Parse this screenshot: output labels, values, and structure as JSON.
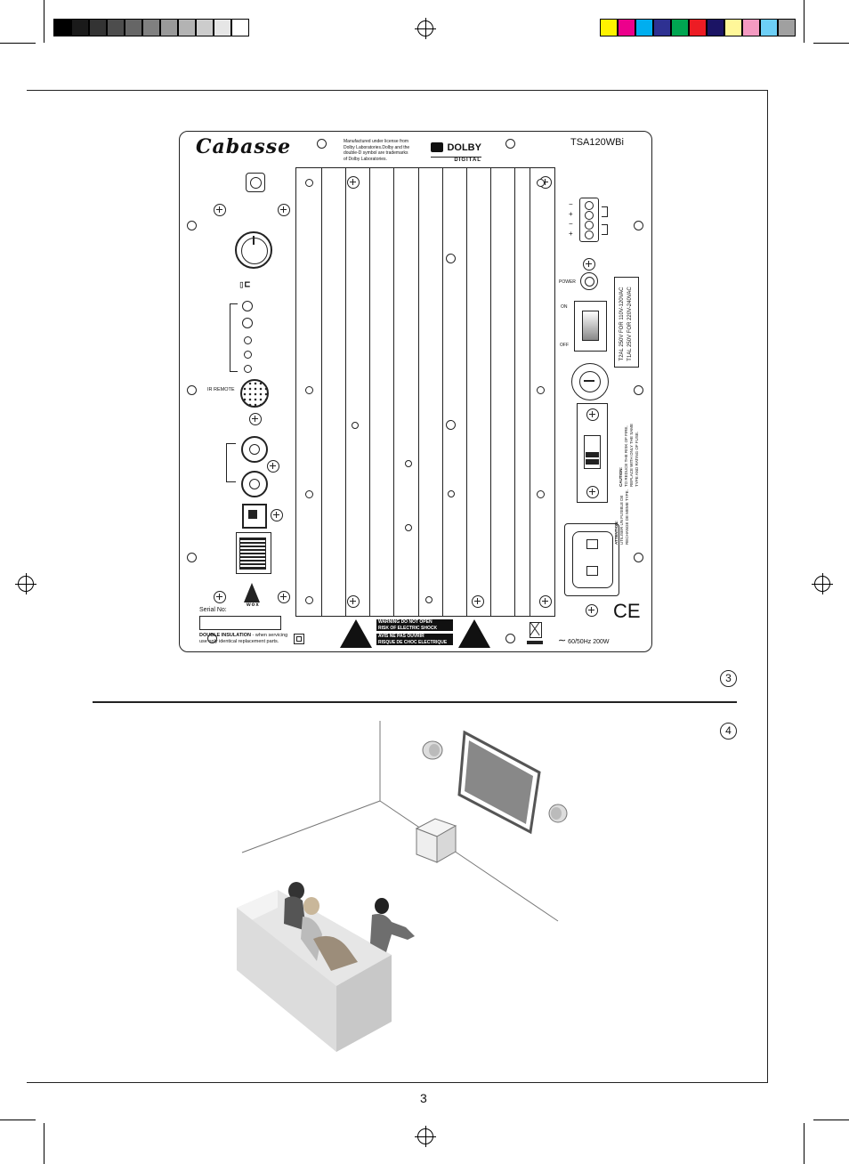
{
  "panel": {
    "brand": "Cabasse",
    "license_text": [
      "Manufactured under license from",
      "Dolby Laboratories.Dolby and the",
      "double-D symbol are trademarks",
      "of Dolby Laboratories."
    ],
    "dolby_logo": "DOLBY",
    "dolby_sub": "DIGITAL",
    "model": "TSA120WBi",
    "ir_remote_label": "IR REMOTE",
    "power_label": "POWER",
    "on_label": "ON",
    "off_label": "OFF",
    "fuse_label_line1": "T2AL 250V FOR 110V-120VAC",
    "fuse_label_line2": "T1AL 250V FOR 220V-240VAC",
    "caution_text": [
      "CAUTION:",
      "TO REDUCE THE RISK OF FIRE,",
      "REPLACE WITH ONLY THE SAME",
      "TYPE AND RATING OF FUSE."
    ],
    "attention_text": [
      "ATTENTION:",
      "UTILISER UN FUSIBLE DE",
      "RECHANGE DE MEME TYPE."
    ],
    "serial_label": "Serial No:",
    "insulation_bold": "DOUBLE INSULATION",
    "insulation_rest": " - when servicing",
    "insulation_line2": "use only identical replacement parts.",
    "warning_tag": "WARNING",
    "warning_line1": "DO NOT OPEN",
    "warning_line2": "RISK OF ELECTRIC SHOCK",
    "avis_tag": "AVIS",
    "avis_line1": "NE PAS OUVRIR",
    "avis_line2": "RISQUE DE CHOC ELECTRIQUE",
    "mains_rating": "60/50Hz 200W",
    "polarity": [
      "−",
      "+",
      "−",
      "+"
    ],
    "ce_mark": "CE",
    "wox_logo": "wox"
  },
  "figures": {
    "fig3_number": "3",
    "fig4_number": "4"
  },
  "page_number": "3",
  "print_marks": {
    "gray_swatches": [
      "#000000",
      "#1a1a1a",
      "#333333",
      "#4d4d4d",
      "#666666",
      "#808080",
      "#999999",
      "#b3b3b3",
      "#cccccc",
      "#e6e6e6",
      "#ffffff"
    ],
    "color_swatches": [
      "#fff200",
      "#ec008c",
      "#00aeef",
      "#2e3192",
      "#00a651",
      "#ed1c24",
      "#1b1464",
      "#fff799",
      "#f49ac1",
      "#6dcff6",
      "#a0a0a0"
    ]
  }
}
